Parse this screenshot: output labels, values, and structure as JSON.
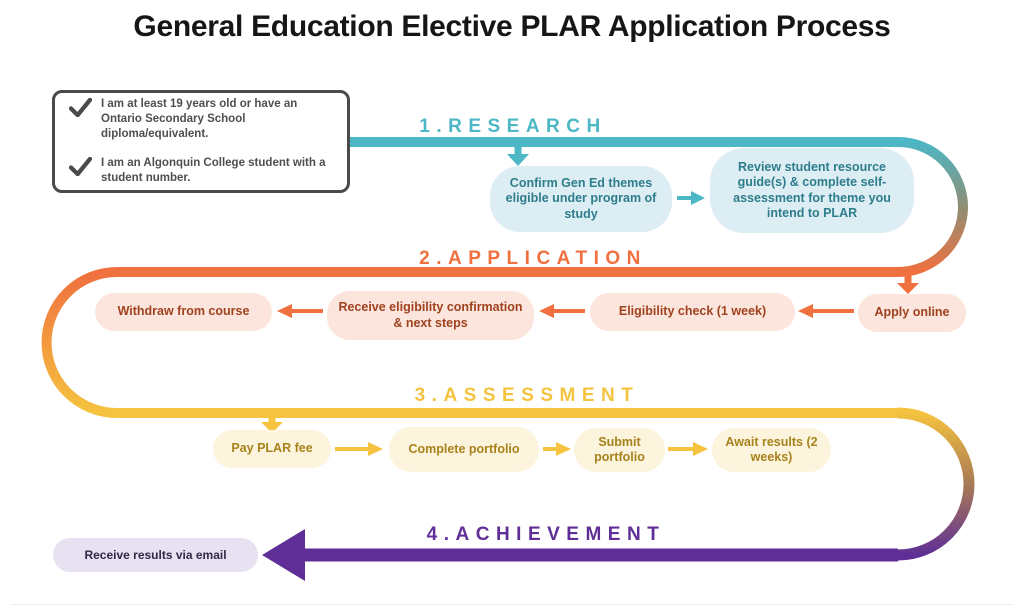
{
  "title": "General Education Elective PLAR Application Process",
  "prerequisites": {
    "items": [
      "I am at least 19 years old or have an Ontario Secondary School diploma/equivalent.",
      "I am an Algonquin College student with a student number."
    ]
  },
  "stages": [
    {
      "label": "1.RESEARCH",
      "color": "#4cb7c5",
      "bubble_bg": "#dcedf3",
      "text_color": "#2e7d8c",
      "steps": [
        "Confirm Gen Ed themes eligible under program of study",
        "Review student resource guide(s) & complete self-assessment for theme you intend to PLAR"
      ]
    },
    {
      "label": "2.APPLICATION",
      "color": "#f0703f",
      "bubble_bg": "#fce5dc",
      "text_color": "#a0421f",
      "steps": [
        "Apply online",
        "Eligibility check (1 week)",
        "Receive eligibility confirmation & next steps",
        "Withdraw from course"
      ]
    },
    {
      "label": "3.ASSESSMENT",
      "color": "#f5c33f",
      "bubble_bg": "#fcf4dc",
      "text_color": "#a8821c",
      "steps": [
        "Pay PLAR fee",
        "Complete portfolio",
        "Submit portfolio",
        "Await results (2 weeks)"
      ]
    },
    {
      "label": "4.ACHIEVEMENT",
      "color": "#5f2e96",
      "bubble_bg": "#e7e1f2",
      "text_color": "#342847",
      "steps": [
        "Receive results via email"
      ]
    }
  ],
  "icons": {
    "checkmark": "checkmark-icon"
  }
}
